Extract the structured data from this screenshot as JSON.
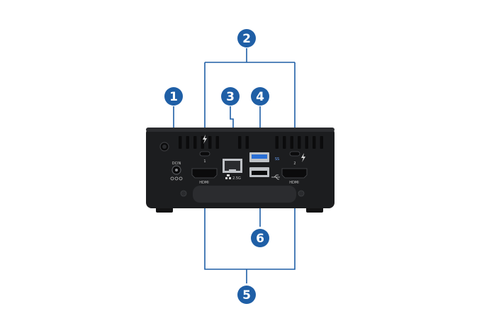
{
  "colors": {
    "callout_fill": "#1f5fa6",
    "callout_text": "#ffffff",
    "leader_line": "#1f5fa6",
    "chassis": "#1c1d1f",
    "port_black": "#0b0b0c",
    "usb_blue": "#2a6fd6"
  },
  "callouts": [
    {
      "number": "1"
    },
    {
      "number": "2"
    },
    {
      "number": "3"
    },
    {
      "number": "4"
    },
    {
      "number": "5"
    },
    {
      "number": "6"
    }
  ],
  "device": {
    "port_labels": {
      "tb_1": "1",
      "tb_2": "2",
      "lan_speed": "2.5G",
      "usb_logo": "SS",
      "hdmi_left": "HDMI",
      "hdmi_right": "HDMI",
      "dc_in": "DCIN"
    },
    "icons": [
      "power-button-icon",
      "thunderbolt-icon",
      "lan-icon",
      "usb-icon",
      "dc-polarity-icon"
    ]
  }
}
